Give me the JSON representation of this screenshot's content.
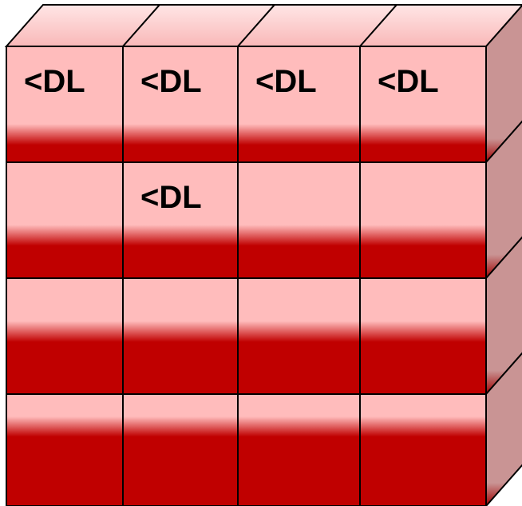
{
  "grid": {
    "rows": 4,
    "cols": 4,
    "row_fill_levels": [
      0.15,
      0.28,
      0.45,
      0.62
    ],
    "colors": {
      "top_face_light": "#ffe6e6",
      "top_face_dark": "#f9b8b8",
      "face_light": "#ffbcbc",
      "face_dark": "#c00000",
      "side_face": "#c99494",
      "side_face_dark": "#a00000",
      "edge": "#000000",
      "label": "#000000"
    }
  },
  "cells": [
    {
      "row": 0,
      "col": 0,
      "label": "<DL"
    },
    {
      "row": 0,
      "col": 1,
      "label": "<DL"
    },
    {
      "row": 0,
      "col": 2,
      "label": "<DL"
    },
    {
      "row": 0,
      "col": 3,
      "label": "<DL"
    },
    {
      "row": 1,
      "col": 0,
      "label": ""
    },
    {
      "row": 1,
      "col": 1,
      "label": "<DL"
    },
    {
      "row": 1,
      "col": 2,
      "label": ""
    },
    {
      "row": 1,
      "col": 3,
      "label": ""
    },
    {
      "row": 2,
      "col": 0,
      "label": ""
    },
    {
      "row": 2,
      "col": 1,
      "label": ""
    },
    {
      "row": 2,
      "col": 2,
      "label": ""
    },
    {
      "row": 2,
      "col": 3,
      "label": ""
    },
    {
      "row": 3,
      "col": 0,
      "label": ""
    },
    {
      "row": 3,
      "col": 1,
      "label": ""
    },
    {
      "row": 3,
      "col": 2,
      "label": ""
    },
    {
      "row": 3,
      "col": 3,
      "label": ""
    }
  ]
}
